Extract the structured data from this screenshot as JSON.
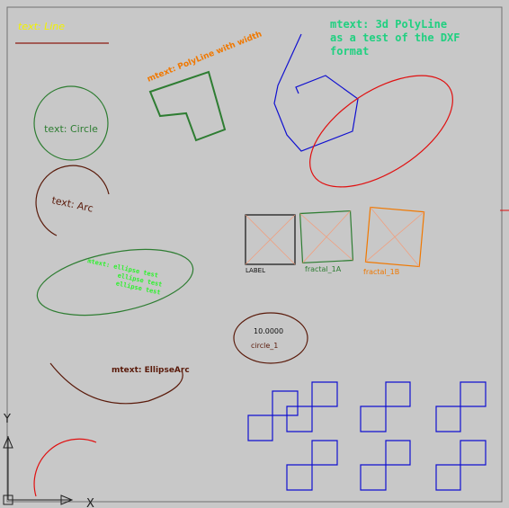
{
  "colors": {
    "background": "#c8c8c8",
    "frame": "#707070",
    "yellow": "#f2f200",
    "red": "#e01010",
    "green": "#2e7d32",
    "brown": "#5a1a0a",
    "orange": "#f07800",
    "blue": "#1010d0",
    "cyan_green": "#20d080",
    "bright_green": "#30f030",
    "black": "#101010",
    "salmon": "#f0a080"
  },
  "labels": {
    "text_line": "text: Line",
    "text_circle": "text: Circle",
    "text_arc": "text: Arc",
    "mtext_polyline_width": "mtext: PolyLine with width",
    "mtext_3d_polyline_1": "mtext: 3d PolyLine",
    "mtext_3d_polyline_2": "as a test of the DXF",
    "mtext_3d_polyline_3": "format",
    "mtext_ellipse_1": "mtext: ellipse test",
    "mtext_ellipse_2": "ellipse test",
    "mtext_ellipse_3": "ellipse test",
    "mtext_ellipsearc": "mtext: EllipseArc",
    "label": "LABEL",
    "fractal_1a": "fractal_1A",
    "fractal_1b": "fractal_1B",
    "circle_value": "10.0000",
    "circle_name": "circle_1"
  },
  "ucs_icon": {
    "y_label": "Y",
    "x_label": "X"
  }
}
